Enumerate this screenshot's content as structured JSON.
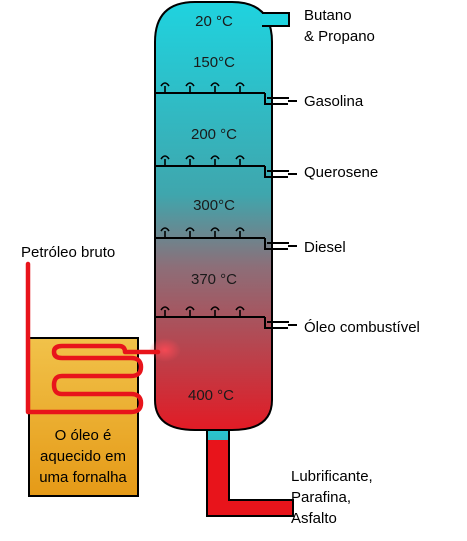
{
  "colors": {
    "column_top": "#1fd3df",
    "column_mid": "#3fa6ad",
    "column_bottom": "#e21b25",
    "furnace_top": "#f1c24a",
    "furnace_bottom": "#e59a17",
    "pipe_red": "#e8141b",
    "outline": "#000000"
  },
  "column": {
    "temps": [
      "20 °C",
      "150°C",
      "200 °C",
      "300°C",
      "370 °C",
      "400 °C"
    ]
  },
  "products": [
    {
      "id": "butano",
      "line1": "Butano",
      "line2": "& Propano"
    },
    {
      "id": "gasolina",
      "line1": "Gasolina"
    },
    {
      "id": "querosene",
      "line1": "Querosene"
    },
    {
      "id": "diesel",
      "line1": "Diesel"
    },
    {
      "id": "oleo",
      "line1": "Óleo combustível"
    },
    {
      "id": "residuo",
      "line1": "Lubrificante,",
      "line2": "Parafina,",
      "line3": "Asfalto"
    }
  ],
  "feed": {
    "label": "Petróleo bruto"
  },
  "furnace": {
    "line1": "O óleo é",
    "line2": "aquecido em",
    "line3": "uma fornalha"
  }
}
